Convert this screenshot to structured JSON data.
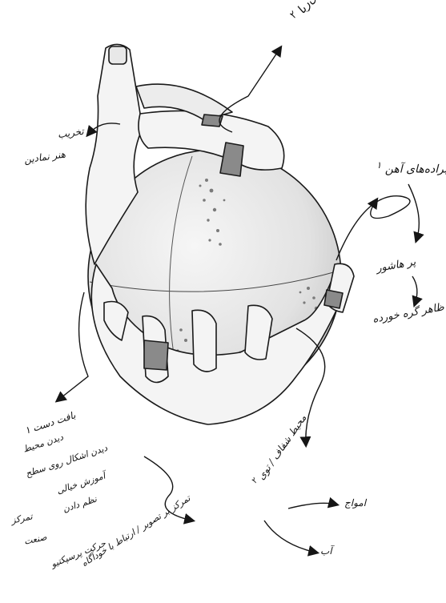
{
  "labels": {
    "magnet": "آهن‌ربا",
    "magnet_sup": "۲",
    "thumb_l1": "تخریب",
    "thumb_l2": "هنر نمادین",
    "filings": "براده‌های آهن",
    "filings_sup": "۱",
    "effect_l1": "پر هاشور",
    "effect_l2": "ظاهر گره خورده",
    "hand_l1": "بافت دست ۱",
    "hand_l2": "دیدن محیط",
    "hand_l3": "دیدن اشکال روی سطح",
    "hand_l4": "آموزش خیالی",
    "hand_l5": "نظم دادن",
    "emphasis_l1": "تمرکز",
    "emphasis_l2": "صنعت",
    "motion": "حرکت‌ پرسپکتیو",
    "scene": "تمرکز بر تصویر / ارتباط با خودآگاه",
    "sphere_l1": "محیط شفاف / توی",
    "sphere_l2": "۲",
    "out_top": "امواج",
    "out_bottom": "آب"
  },
  "colors": {
    "ink": "#151515",
    "sphere": "#e4e4e4",
    "hand": "#f4f4f4",
    "band": "#8a8a8a",
    "filings": "#7a7a7a"
  }
}
